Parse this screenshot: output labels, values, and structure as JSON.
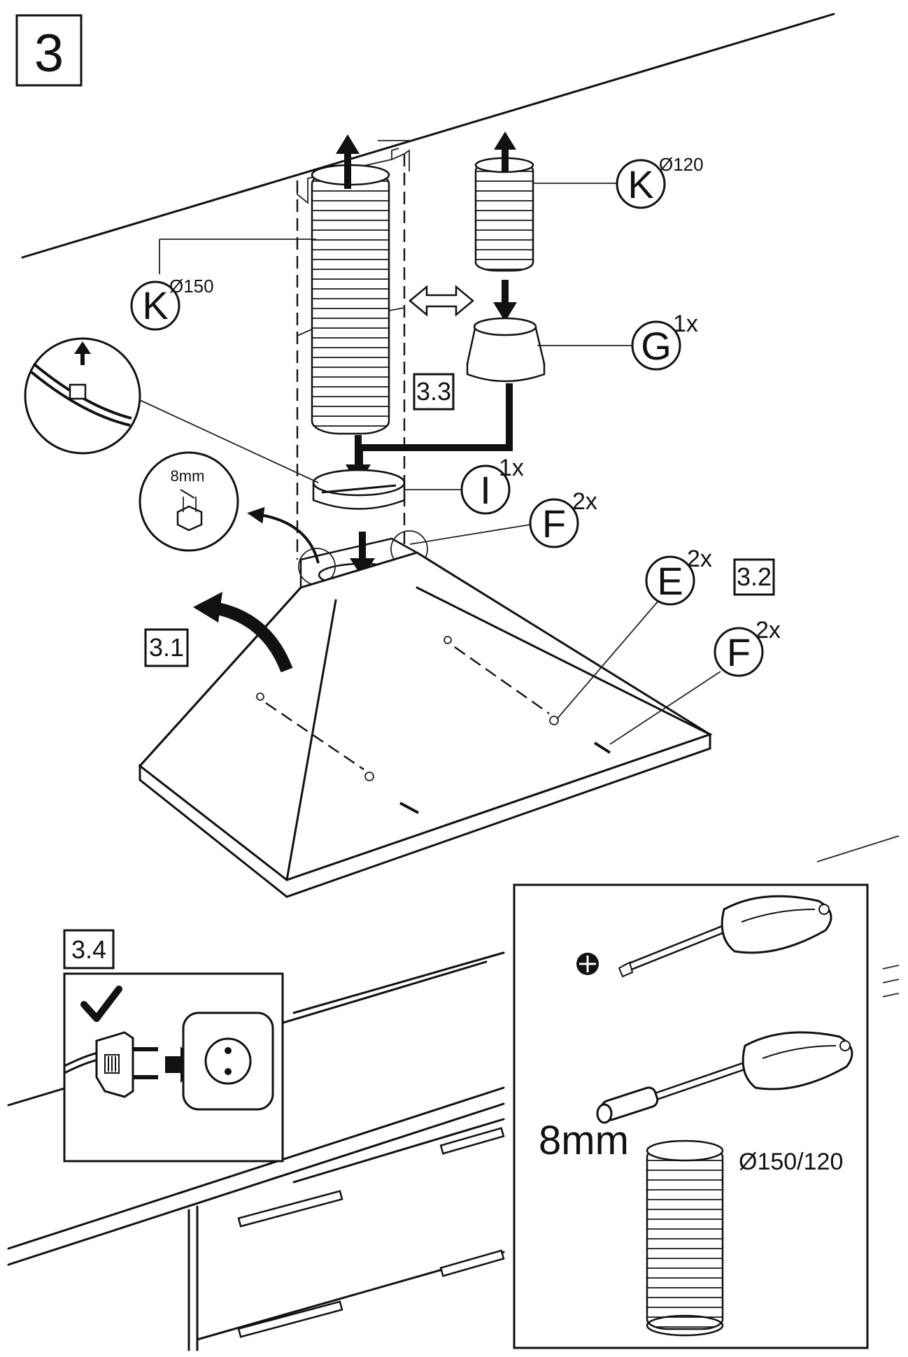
{
  "step_number": "3",
  "substeps": {
    "s31": "3.1",
    "s32": "3.2",
    "s33": "3.3",
    "s34": "3.4"
  },
  "parts": {
    "k150": {
      "letter": "K",
      "superscript": "Ø150"
    },
    "k120": {
      "letter": "K",
      "superscript": "Ø120"
    },
    "g": {
      "letter": "G",
      "superscript": "1x"
    },
    "i": {
      "letter": "I",
      "superscript": "1x"
    },
    "f_top": {
      "letter": "F",
      "superscript": "2x"
    },
    "e": {
      "letter": "E",
      "superscript": "2x"
    },
    "f_side": {
      "letter": "F",
      "superscript": "2x"
    }
  },
  "detail_wrench": "8mm",
  "tools": {
    "socket_size": "8mm",
    "duct_diameter": "Ø150/120"
  },
  "icons": [
    "check-icon",
    "plug-icon",
    "socket-icon",
    "phillips-icon",
    "arrow-icon"
  ]
}
